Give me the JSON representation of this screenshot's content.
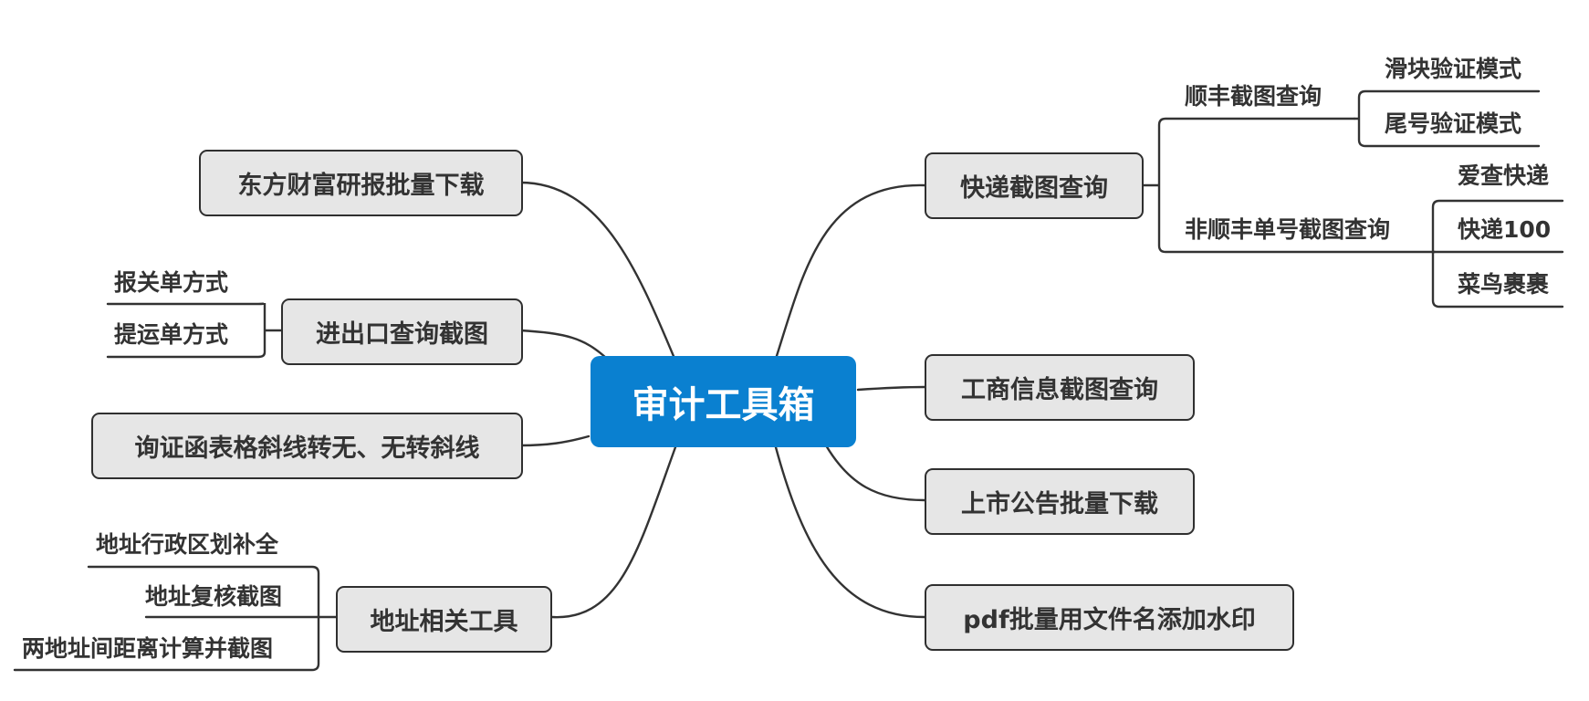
{
  "root": "审计工具箱",
  "left": {
    "eastmoney": {
      "label": "东方财富研报批量下载"
    },
    "customs": {
      "label": "进出口查询截图",
      "children": [
        "报关单方式",
        "提运单方式"
      ]
    },
    "confirmation": {
      "label": "询证函表格斜线转无、无转斜线"
    },
    "address": {
      "label": "地址相关工具",
      "children": [
        "地址行政区划补全",
        "地址复核截图",
        "两地址间距离计算并截图"
      ]
    }
  },
  "right": {
    "express": {
      "label": "快递截图查询",
      "sf": {
        "label": "顺丰截图查询",
        "children": [
          "滑块验证模式",
          "尾号验证模式"
        ]
      },
      "non_sf": {
        "label": "非顺丰单号截图查询",
        "children": [
          "爱查快递",
          "快递100",
          "菜鸟裹裹"
        ]
      }
    },
    "business": {
      "label": "工商信息截图查询"
    },
    "listing": {
      "label": "上市公告批量下载"
    },
    "pdf": {
      "label": "pdf批量用文件名添加水印"
    }
  }
}
